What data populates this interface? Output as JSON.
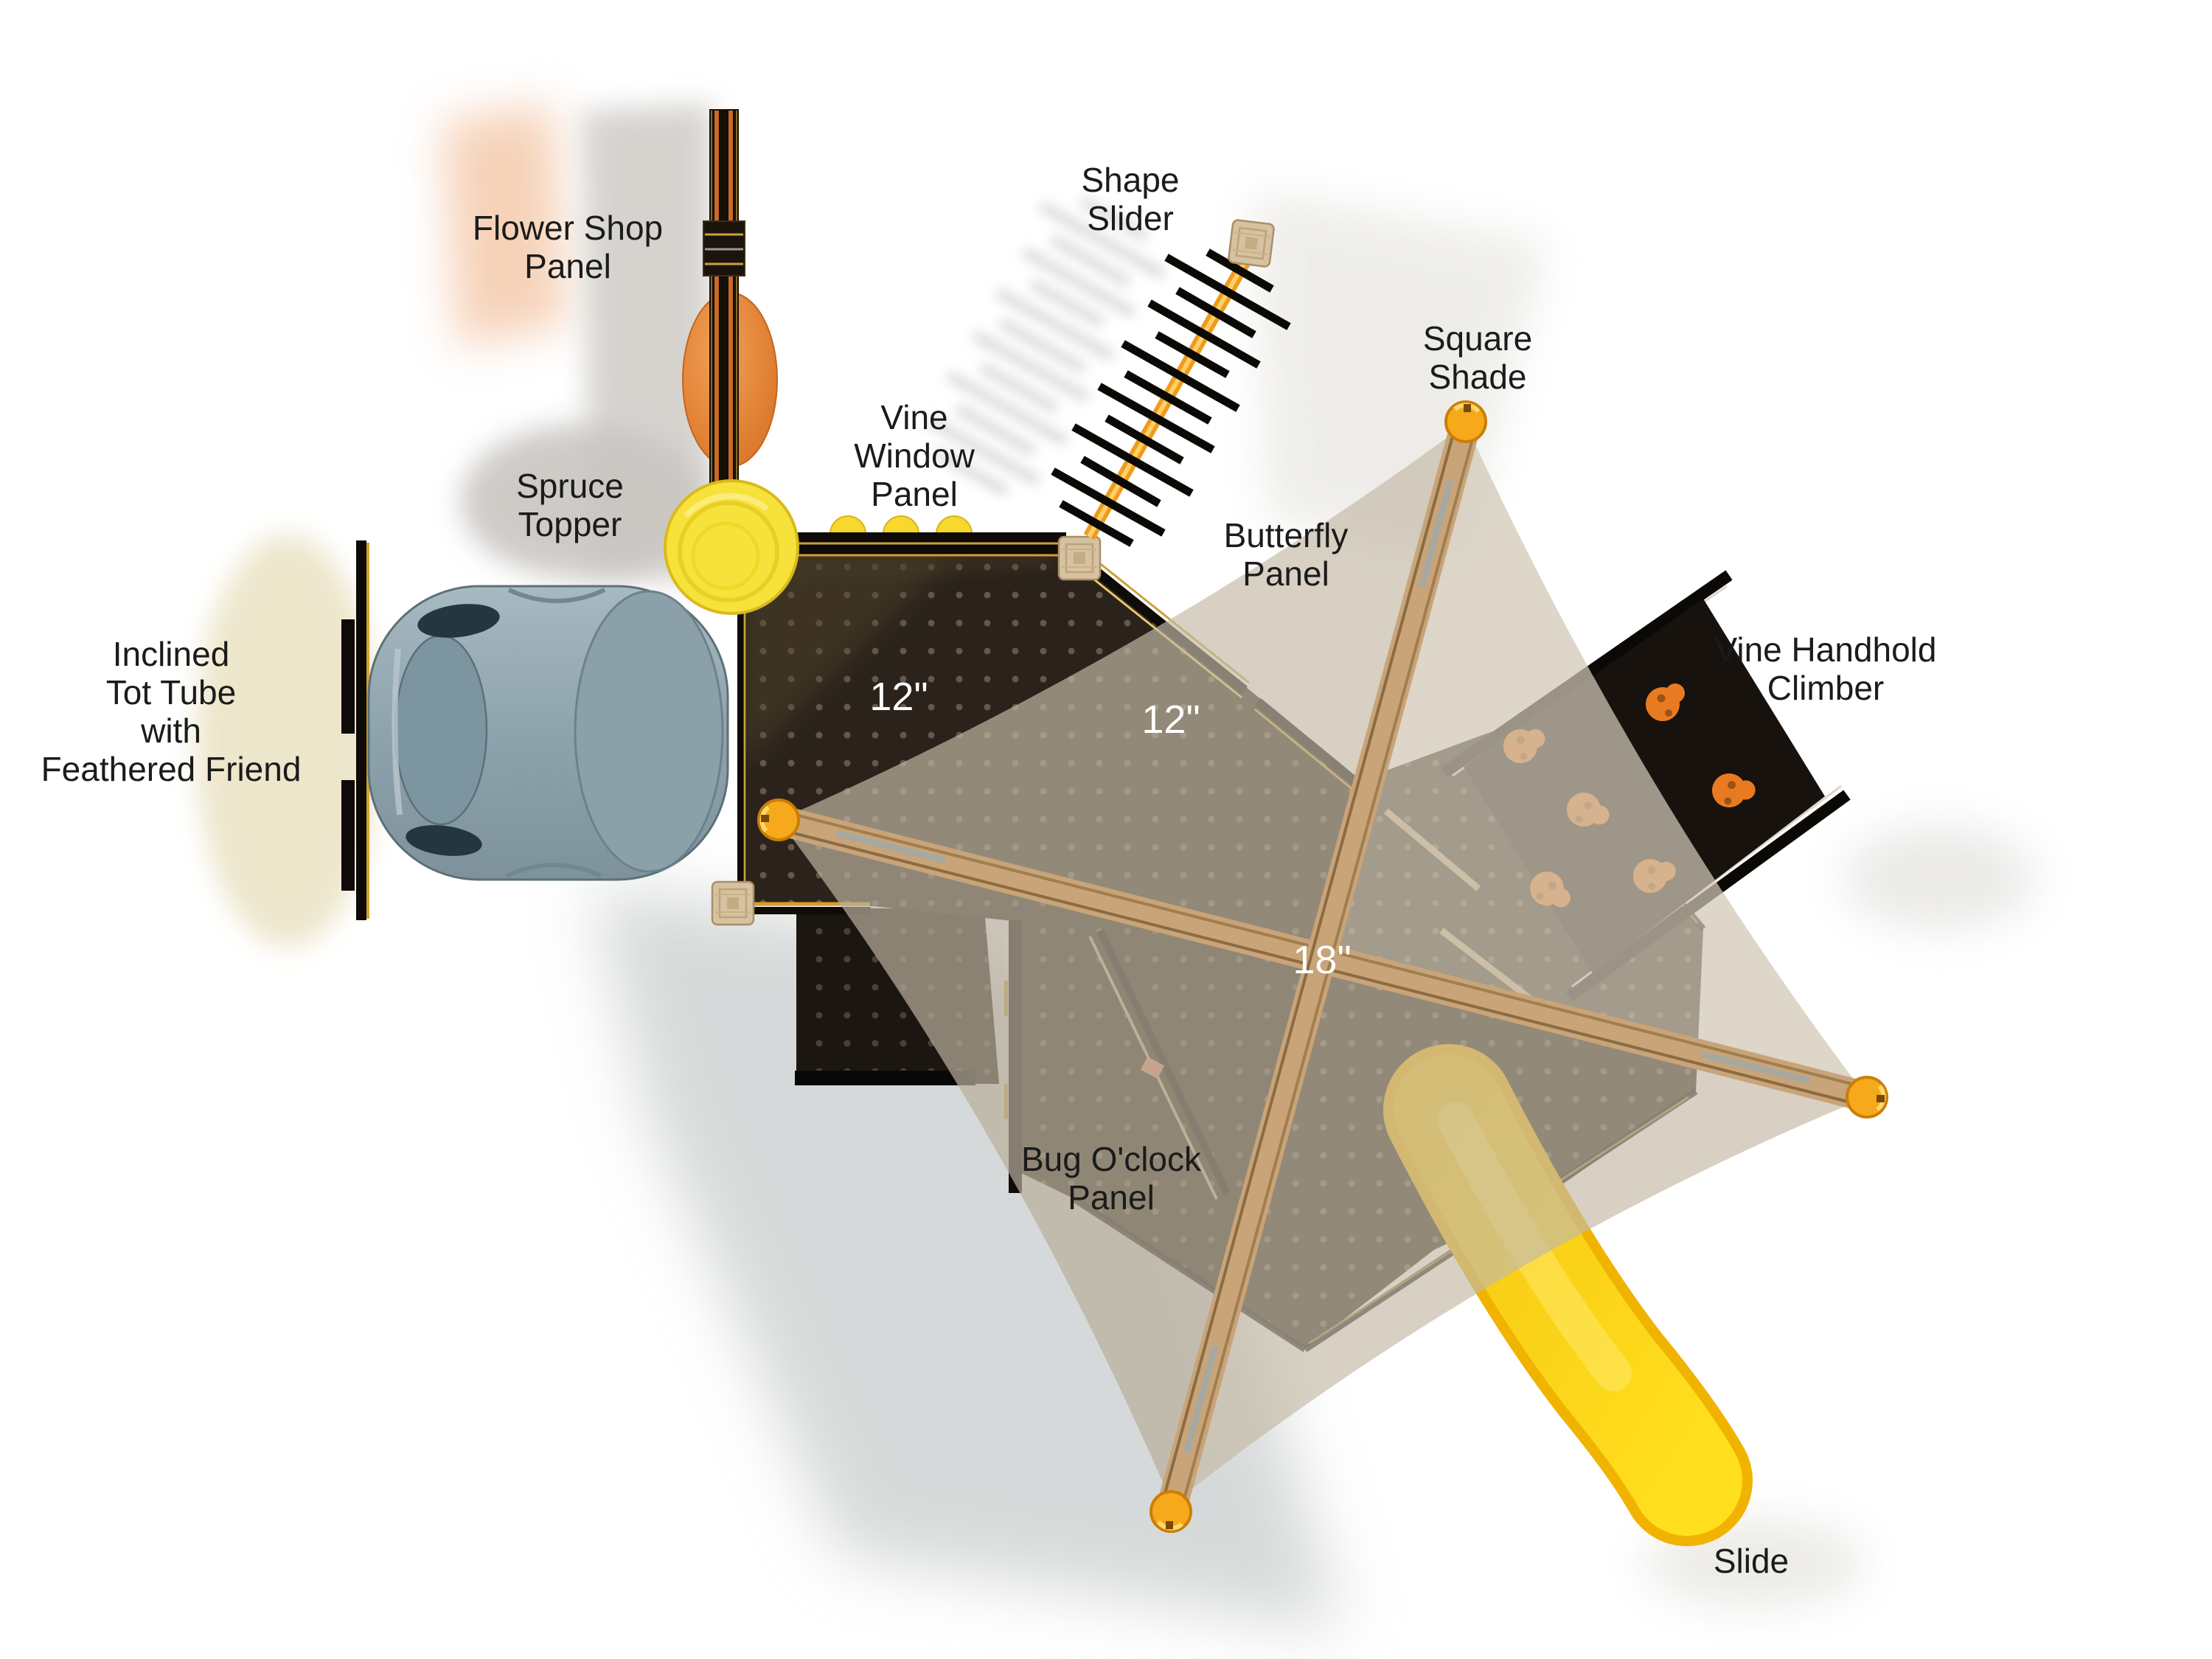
{
  "annotations": {
    "flower_shop": {
      "line1": "Flower Shop",
      "line2": "Panel"
    },
    "shape_slider": {
      "line1": "Shape",
      "line2": "Slider"
    },
    "square_shade": {
      "line1": "Square",
      "line2": "Shade"
    },
    "vine_window": {
      "line1": "Vine",
      "line2": "Window",
      "line3": "Panel"
    },
    "spruce_topper": {
      "line1": "Spruce",
      "line2": "Topper"
    },
    "butterfly": {
      "line1": "Butterfly",
      "line2": "Panel"
    },
    "vine_handhold": {
      "line1": "Vine Handhold",
      "line2": "Climber"
    },
    "tot_tube": {
      "line1": "Inclined",
      "line2": "Tot Tube",
      "line3": "with",
      "line4": "Feathered Friend"
    },
    "bug_oclock": {
      "line1": "Bug O'clock",
      "line2": "Panel"
    },
    "slide": {
      "line1": "Slide"
    }
  },
  "measurements": {
    "upper_deck": "12\"",
    "mid_deck": "12\"",
    "lower_deck": "18\""
  },
  "colors": {
    "deck_dark": "#2b231b",
    "shade_fabric": "#c4baa7",
    "beam_tan": "#c9a478",
    "post_cap_yellow": "#f5a91b",
    "slide_yellow": "#ffd60f",
    "topper_yellow": "#f7e23c",
    "flower_orange": "#e9873b",
    "climber_hold_orange": "#e87b22",
    "tube_gray_blue": "#93a7b0",
    "trim_gold": "#d89c28"
  }
}
